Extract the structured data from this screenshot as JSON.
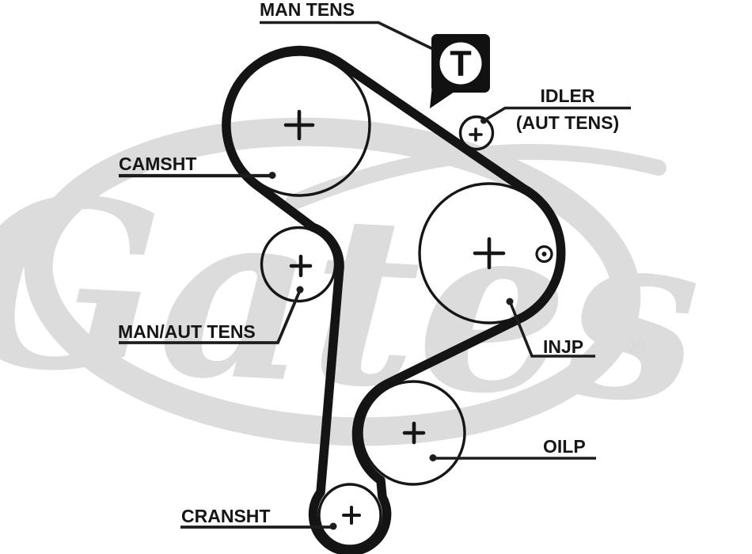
{
  "colors": {
    "ink": "#161616",
    "belt": "#141414",
    "watermark_gray": "#dcdcdc",
    "badge_background": "#111111",
    "background": "#ffffff"
  },
  "labels": {
    "man_tens": "MAN TENS",
    "idler": "IDLER",
    "idler_sub": "(AUT TENS)",
    "camsht": "CAMSHT",
    "man_aut_tens": "MAN/AUT TENS",
    "injp": "INJP",
    "oilp": "OILP",
    "cransht": "CRANSHT"
  },
  "badge": {
    "letter": "T"
  },
  "watermark": {
    "brand": "Gates",
    "registered_mark": "®"
  },
  "icons": {
    "pulley_center_marker": "+",
    "injp_alignment_mark": "circled-dot",
    "tension_badge": "T-in-circle-on-black-square"
  }
}
